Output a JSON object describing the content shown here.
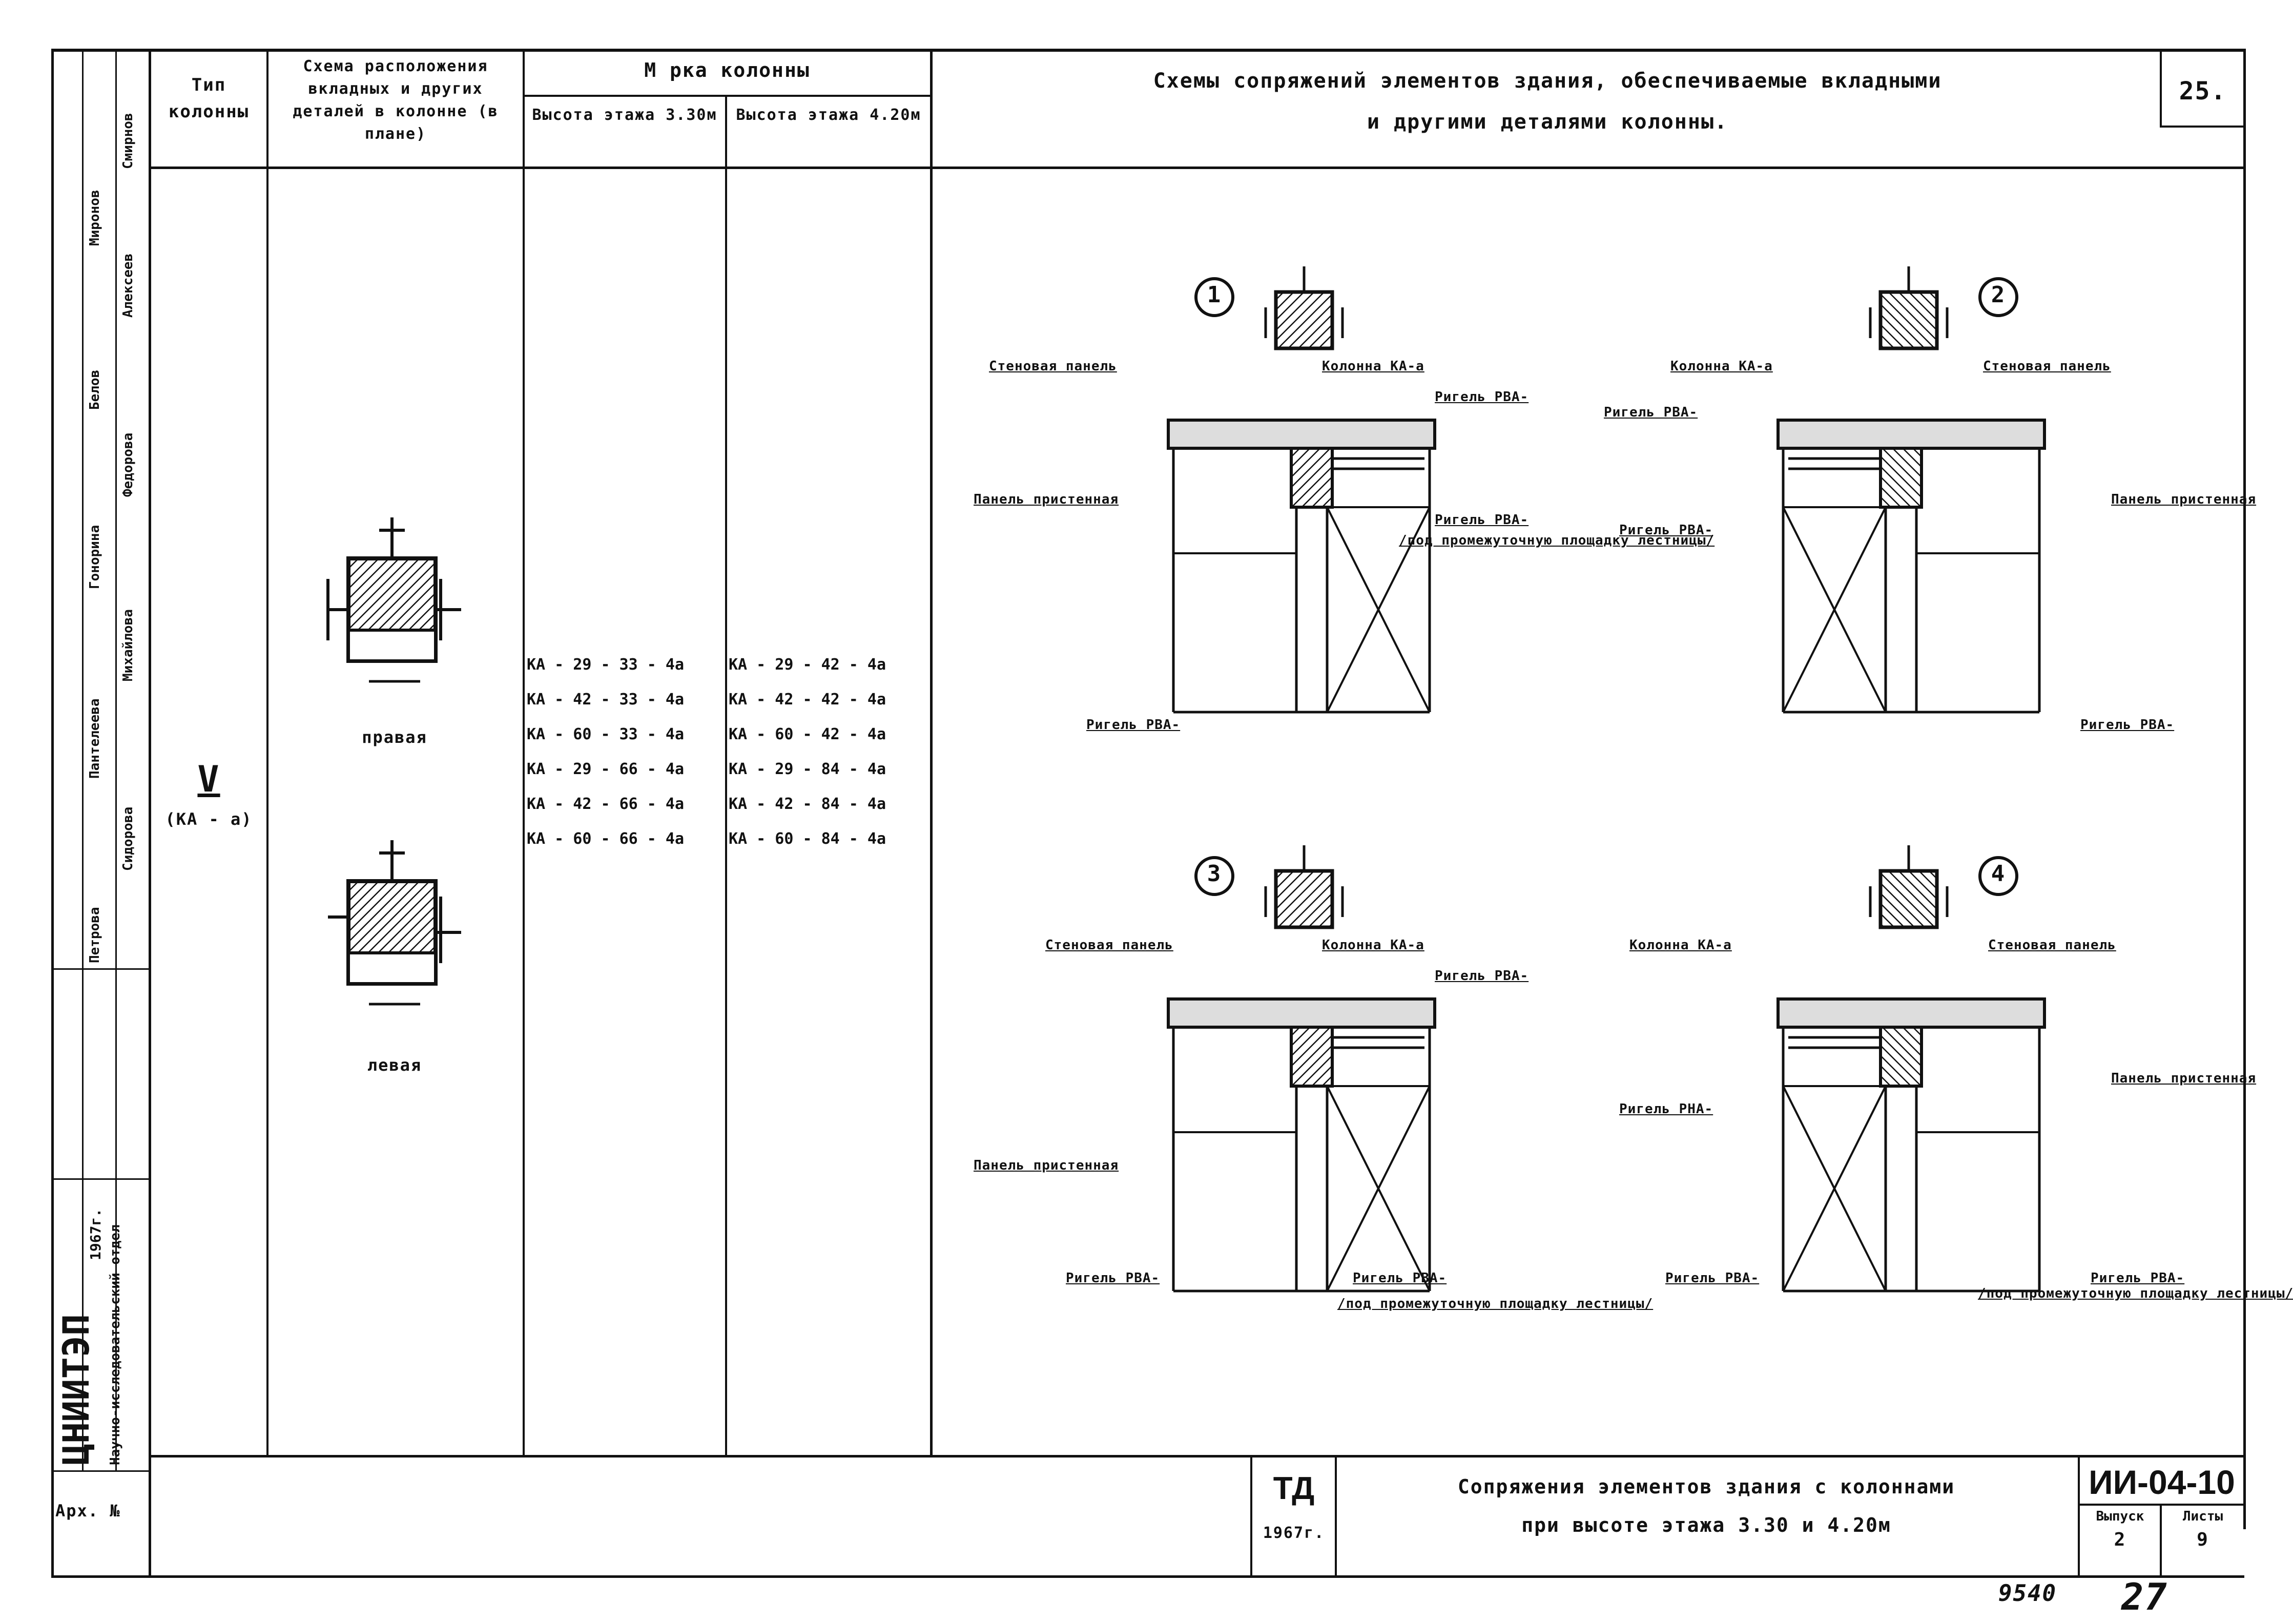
{
  "header": {
    "col_type": "Тип колонны",
    "col_scheme": "Схема расположения вкладных и других деталей в колонне (в плане)",
    "col_mark": "М рка колонны",
    "col_h1": "Высота этажа 3.30м",
    "col_h2": "Высота этажа 4.20м",
    "title_line1": "Схемы сопряжений элементов здания, обеспечиваемые вкладными",
    "title_line2": "и другими деталями колонны.",
    "page_no": "25."
  },
  "left_stamp": {
    "org": "ЦНИИТЭП",
    "dept": "Научно-исследовательский отдел",
    "archive": "Арх. №",
    "date": "1967г.",
    "names": [
      "Смирнов",
      "Миронов",
      "Алексеев",
      "Белов",
      "Федорова",
      "Гонорина",
      "Михайлова",
      "Пантелеева",
      "Сидорова",
      "Петрова"
    ]
  },
  "column": {
    "type_label": "V",
    "type_sub": "(КА - а)",
    "right_label": "правая",
    "left_label": "левая",
    "marks_330": [
      "КА - 29 - 33 - 4а",
      "КА - 42 - 33 - 4а",
      "КА - 60 - 33 - 4а",
      "КА - 29 - 66 - 4а",
      "КА - 42 - 66 - 4а",
      "КА - 60 - 66 - 4а"
    ],
    "marks_420": [
      "КА - 29 - 42 - 4а",
      "КА - 42 - 42 - 4а",
      "КА - 60 - 42 - 4а",
      "КА - 29 - 84 - 4а",
      "КА - 42 - 84 - 4а",
      "КА - 60 - 84 - 4а"
    ]
  },
  "details": [
    {
      "num": "1",
      "labels": [
        "Стеновая панель",
        "Колонна КА-а",
        "Ригель РВА-",
        "Панель пристенная",
        "Ригель РВА-",
        "/под промежуточную площадку лестницы/",
        "Ригель РВА-"
      ]
    },
    {
      "num": "2",
      "labels": [
        "Колонна КА-а",
        "Стеновая панель",
        "Ригель РВА-",
        "Ригель РВА-",
        "Панель пристенная",
        "Ригель РВА-"
      ]
    },
    {
      "num": "3",
      "labels": [
        "Стеновая панель",
        "Колонна КА-а",
        "Ригель РВА-",
        "Панель пристенная",
        "Ригель РВА-",
        "Ригель РВА-",
        "/под промежуточную площадку лестницы/"
      ]
    },
    {
      "num": "4",
      "labels": [
        "Колонна КА-а",
        "Стеновая панель",
        "Панель пристенная",
        "Ригель РНА-",
        "Ригель РВА-",
        "/под промежуточную площадку лестницы/",
        "Ригель РВА-"
      ]
    }
  ],
  "title_block": {
    "code": "ТД",
    "year": "1967г.",
    "title_line1": "Сопряжения элементов здания с колоннами",
    "title_line2": "при высоте этажа 3.30 и 4.20м",
    "doc_no": "ИИ-04-10",
    "issue_label": "Выпуск",
    "issue": "2",
    "sheet_label": "Листы",
    "sheet": "9"
  },
  "footer": {
    "inv": "9540",
    "page": "27"
  }
}
